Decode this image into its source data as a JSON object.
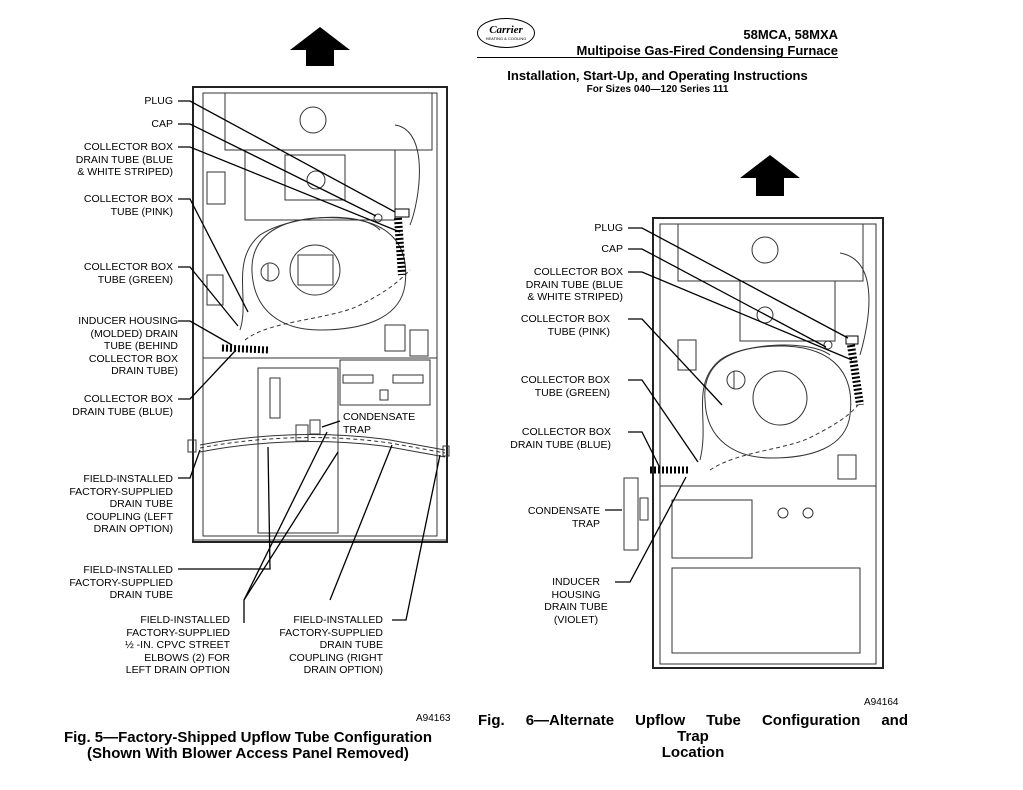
{
  "header": {
    "logo_text": "Carrier",
    "logo_subtext": "HEATING & COOLING",
    "models": "58MCA, 58MXA",
    "title": "Multipoise Gas-Fired Condensing Furnace",
    "subtitle": "Installation, Start-Up, and Operating Instructions",
    "sizes": "For Sizes 040—120 Series 111"
  },
  "fig5": {
    "code": "A94163",
    "caption_line1": "Fig. 5—Factory-Shipped Upflow Tube Configuration",
    "caption_line2": "(Shown With Blower Access Panel Removed)",
    "labels": {
      "plug": "PLUG",
      "cap": "CAP",
      "collector_drain_striped": "COLLECTOR BOX\nDRAIN TUBE (BLUE\n& WHITE STRIPED)",
      "collector_pink": "COLLECTOR BOX\nTUBE (PINK)",
      "collector_green": "COLLECTOR BOX\nTUBE (GREEN)",
      "inducer_housing": "INDUCER HOUSING\n(MOLDED) DRAIN\nTUBE (BEHIND\nCOLLECTOR BOX\nDRAIN TUBE)",
      "collector_drain_blue": "COLLECTOR BOX\nDRAIN TUBE (BLUE)",
      "condensate_trap": "CONDENSATE\nTRAP",
      "coupling_left": "FIELD-INSTALLED\nFACTORY-SUPPLIED\nDRAIN TUBE\nCOUPLING (LEFT\nDRAIN OPTION)",
      "drain_tube": "FIELD-INSTALLED\nFACTORY-SUPPLIED\nDRAIN TUBE",
      "elbows": "FIELD-INSTALLED\nFACTORY-SUPPLIED\n½ -IN. CPVC STREET\nELBOWS (2) FOR\nLEFT DRAIN OPTION",
      "coupling_right": "FIELD-INSTALLED\nFACTORY-SUPPLIED\nDRAIN TUBE\nCOUPLING (RIGHT\nDRAIN OPTION)"
    }
  },
  "fig6": {
    "code": "A94164",
    "caption_line1": "Fig. 6—Alternate Upflow Tube Configuration and",
    "caption_line2": "Trap",
    "caption_line3": "Location",
    "labels": {
      "plug": "PLUG",
      "cap": "CAP",
      "collector_drain_striped": "COLLECTOR BOX\nDRAIN TUBE (BLUE\n& WHITE STRIPED)",
      "collector_pink": "COLLECTOR BOX\nTUBE (PINK)",
      "collector_green": "COLLECTOR BOX\nTUBE (GREEN)",
      "collector_drain_blue": "COLLECTOR BOX\nDRAIN TUBE (BLUE)",
      "condensate_trap": "CONDENSATE\nTRAP",
      "inducer_housing": "INDUCER\nHOUSING\nDRAIN TUBE\n(VIOLET)"
    }
  }
}
